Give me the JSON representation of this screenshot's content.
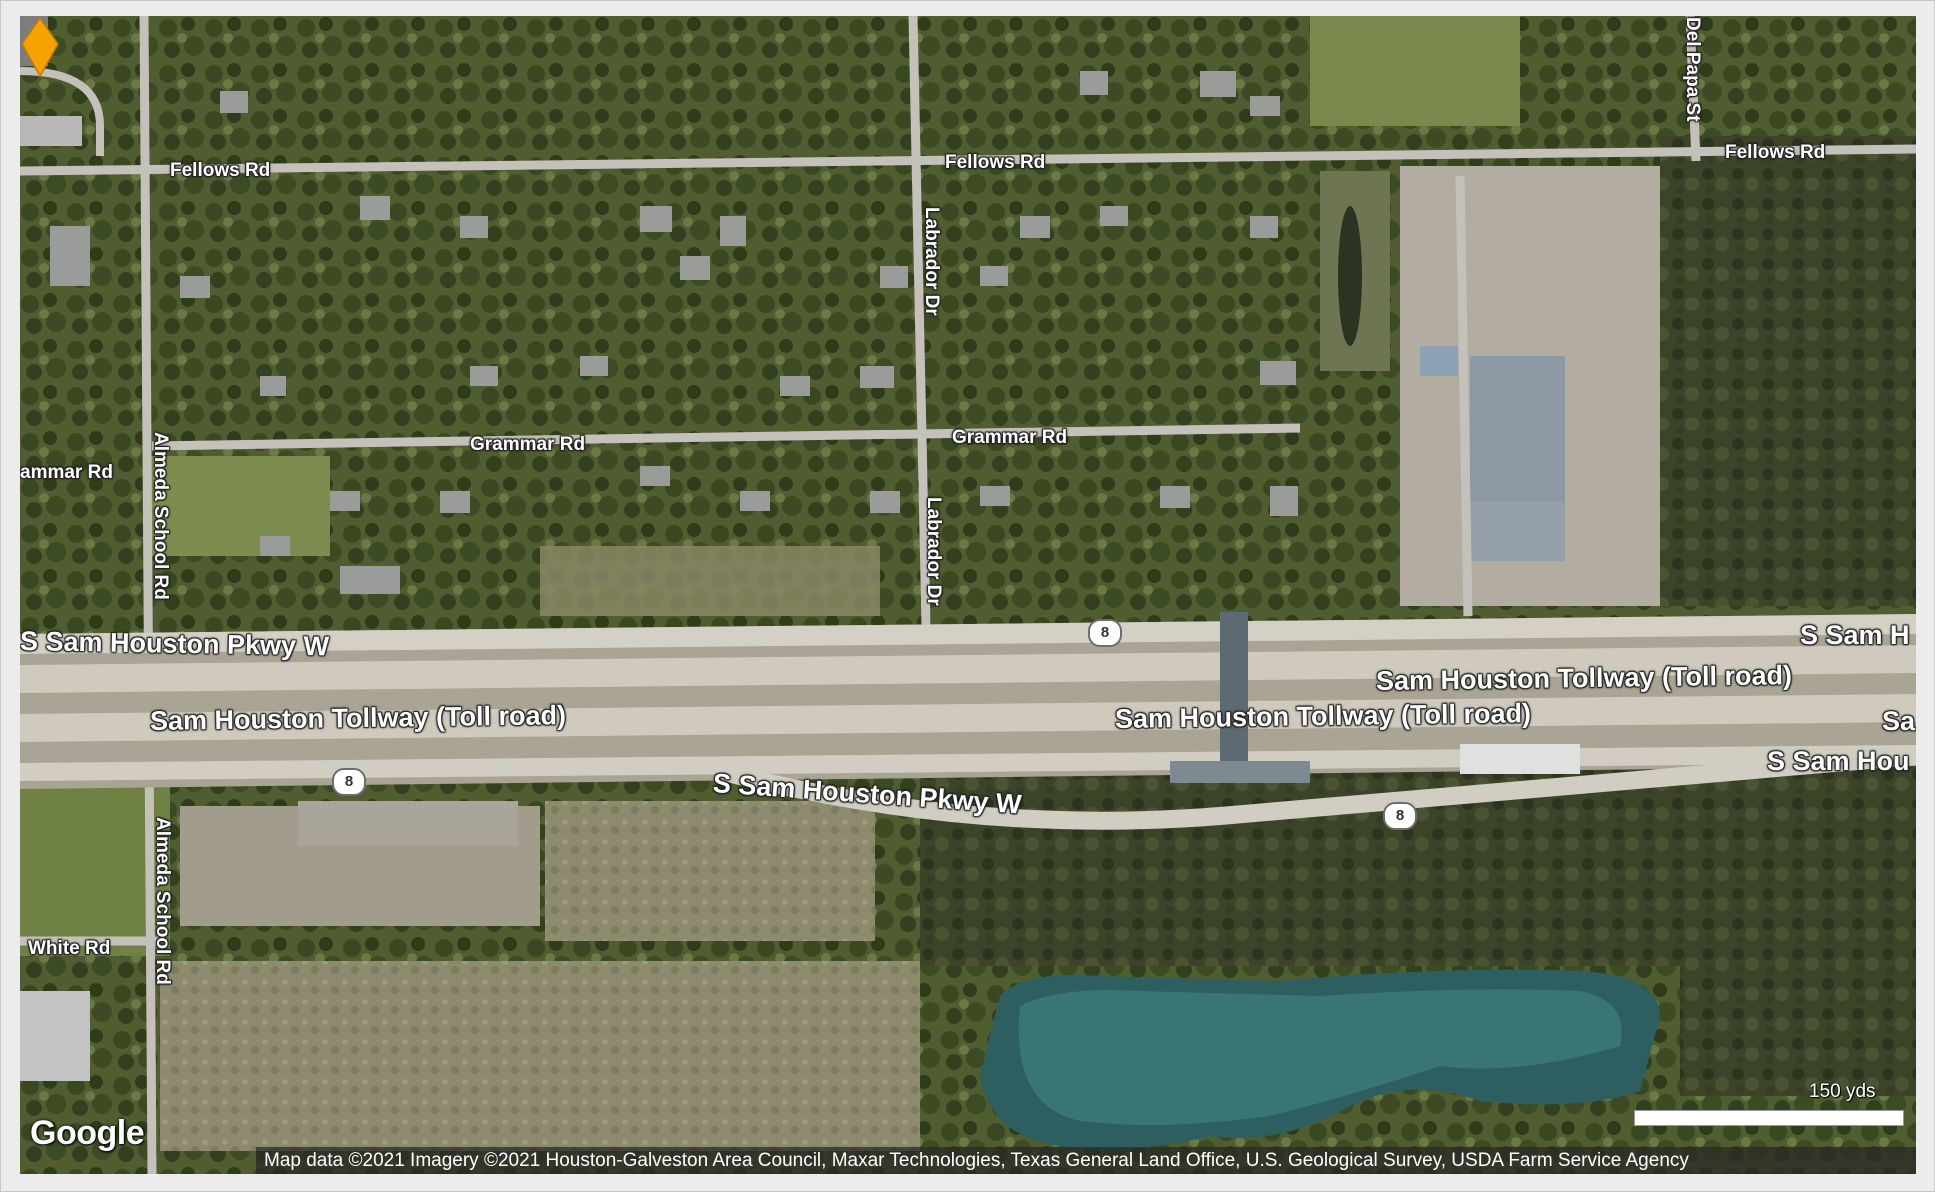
{
  "map": {
    "type": "satellite",
    "roads": {
      "fellows_left": "Fellows Rd",
      "fellows_center": "Fellows Rd",
      "fellows_right": "Fellows Rd",
      "del_papa": "Del Papa St",
      "labrador_top": "Labrador Dr",
      "labrador_bottom": "Labrador Dr",
      "grammar_left": "ammar Rd",
      "grammar_center": "Grammar Rd",
      "grammar_right": "Grammar Rd",
      "almeda_top": "Almeda School Rd",
      "almeda_bottom": "Almeda School Rd",
      "white": "White Rd",
      "sam_houston_pkwy_top_left": "S Sam Houston Pkwy W",
      "sam_houston_pkwy_top_right": "S Sam H",
      "tollway_top_right": "Sam Houston Tollway (Toll road)",
      "tollway_right_edge": "Sa",
      "tollway_bottom_left": "Sam Houston Tollway (Toll road)",
      "tollway_bottom_center": "Sam Houston Tollway (Toll road)",
      "sam_houston_pkwy_bottom_center": "S Sam Houston Pkwy W",
      "sam_houston_pkwy_bottom_right": "S Sam Hou"
    },
    "shields": {
      "top": "8",
      "bottom_left": "8",
      "bottom_right": "8"
    },
    "marker": {
      "color": "#f6a200",
      "icon": "diamond-marker-icon"
    },
    "scale": {
      "label": "150 yds"
    },
    "logo": "Google",
    "attribution": "Map data ©2021 Imagery ©2021 Houston-Galveston Area Council, Maxar Technologies, Texas General Land Office, U.S. Geological Survey, USDA Farm Service Agency"
  }
}
